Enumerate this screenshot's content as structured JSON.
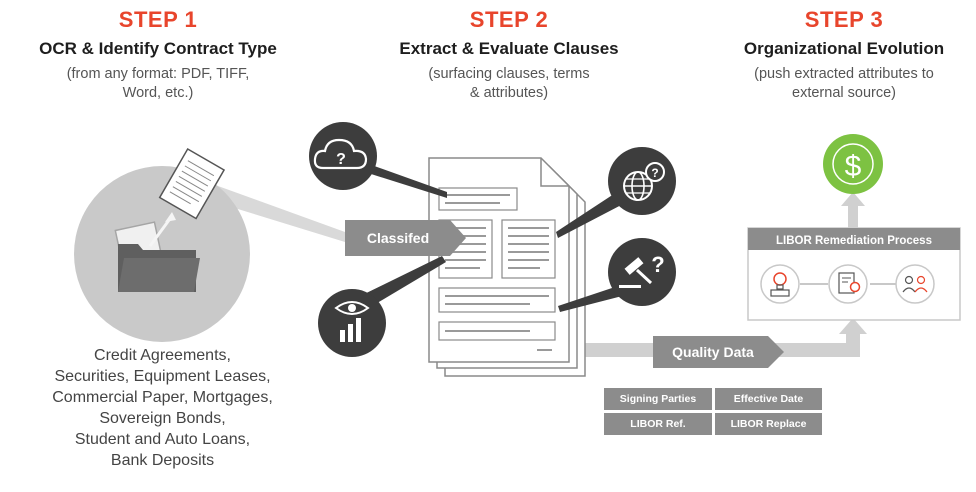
{
  "steps": [
    {
      "number": "STEP 1",
      "title": "OCR & Identify Contract Type",
      "subtitle_lines": [
        "(from any format: PDF, TIFF,",
        "Word, etc.)"
      ]
    },
    {
      "number": "STEP 2",
      "title": "Extract & Evaluate Clauses",
      "subtitle_lines": [
        "(surfacing clauses, terms",
        "& attributes)"
      ]
    },
    {
      "number": "STEP 3",
      "title": "Organizational Evolution",
      "subtitle_lines": [
        "(push extracted attributes to",
        "external source)"
      ]
    }
  ],
  "document_types": [
    "Credit Agreements,",
    "Securities, Equipment Leases,",
    "Commercial Paper, Mortgages,",
    "Sovereign Bonds,",
    "Student and Auto Loans,",
    "Bank Deposits"
  ],
  "labels": {
    "classified": "Classifed",
    "quality_data": "Quality Data",
    "remediation": "LIBOR Remediation Process",
    "dollar": "$",
    "question": "?"
  },
  "attributes": [
    [
      "Signing Parties",
      "Effective Date"
    ],
    [
      "LIBOR Ref.",
      "LIBOR Replace"
    ]
  ],
  "colors": {
    "accent": "#e8452c",
    "dark_circle": "#4a4a4a",
    "gray_bar": "#8c8c8c",
    "light_gray": "#d0d0d0",
    "green": "#7dc242"
  },
  "icons": [
    "folder-icon",
    "cloud-question-icon",
    "globe-question-icon",
    "gavel-question-icon",
    "eye-chart-icon",
    "dollar-icon",
    "lightbulb-icon",
    "document-search-icon",
    "people-icon"
  ]
}
